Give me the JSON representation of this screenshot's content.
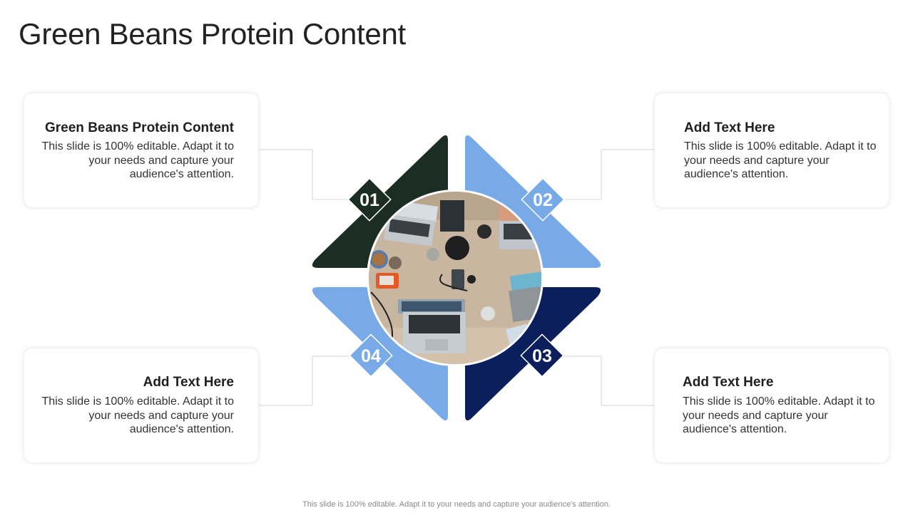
{
  "slide": {
    "title": "Green Beans Protein Content",
    "footer": "This slide is 100% editable. Adapt it to your needs and capture your audience's attention."
  },
  "steps": [
    {
      "number": "01",
      "heading": "Green Beans Protein Content",
      "body": "This slide is 100% editable. Adapt it to your needs and capture your audience's attention.",
      "color": "#1c2e23"
    },
    {
      "number": "02",
      "heading": "Add Text Here",
      "body": "This slide is 100% editable. Adapt it to your needs and capture your audience's attention.",
      "color": "#78aae8"
    },
    {
      "number": "03",
      "heading": "Add Text Here",
      "body": "This slide is 100% editable. Adapt it to your needs and capture your audience's attention.",
      "color": "#0a1f5c"
    },
    {
      "number": "04",
      "heading": "Add Text Here",
      "body": "This slide is 100% editable. Adapt it to your needs and capture your audience's attention.",
      "color": "#78aae8"
    }
  ],
  "center_image": {
    "icon": "desk-workspace-photo"
  },
  "colors": {
    "connector": "#d4d4d4",
    "card_border": "#f0f0f0"
  }
}
